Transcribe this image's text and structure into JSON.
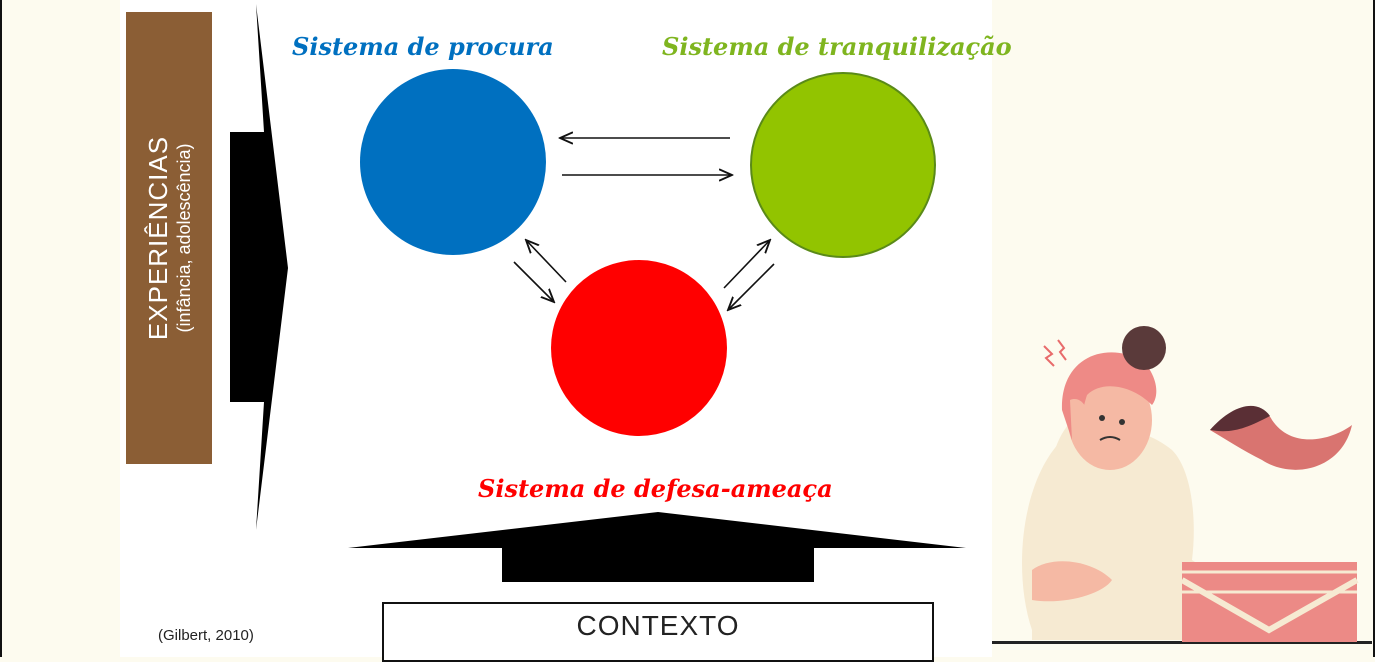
{
  "experiences": {
    "title": "EXPERIÊNCIAS",
    "subtitle": "(infância, adolescência)"
  },
  "systems": {
    "drive": {
      "label": "Sistema de procura",
      "color": "#0070c0"
    },
    "soothing": {
      "label": "Sistema de tranquilização",
      "color": "#92c400"
    },
    "threat": {
      "label": "Sistema de defesa-ameaça",
      "color": "#ff0000"
    }
  },
  "context": {
    "label": "CONTEXTO"
  },
  "citation": "(Gilbert, 2010)",
  "illustration": {
    "subject": "stressed-woman-illustration"
  }
}
